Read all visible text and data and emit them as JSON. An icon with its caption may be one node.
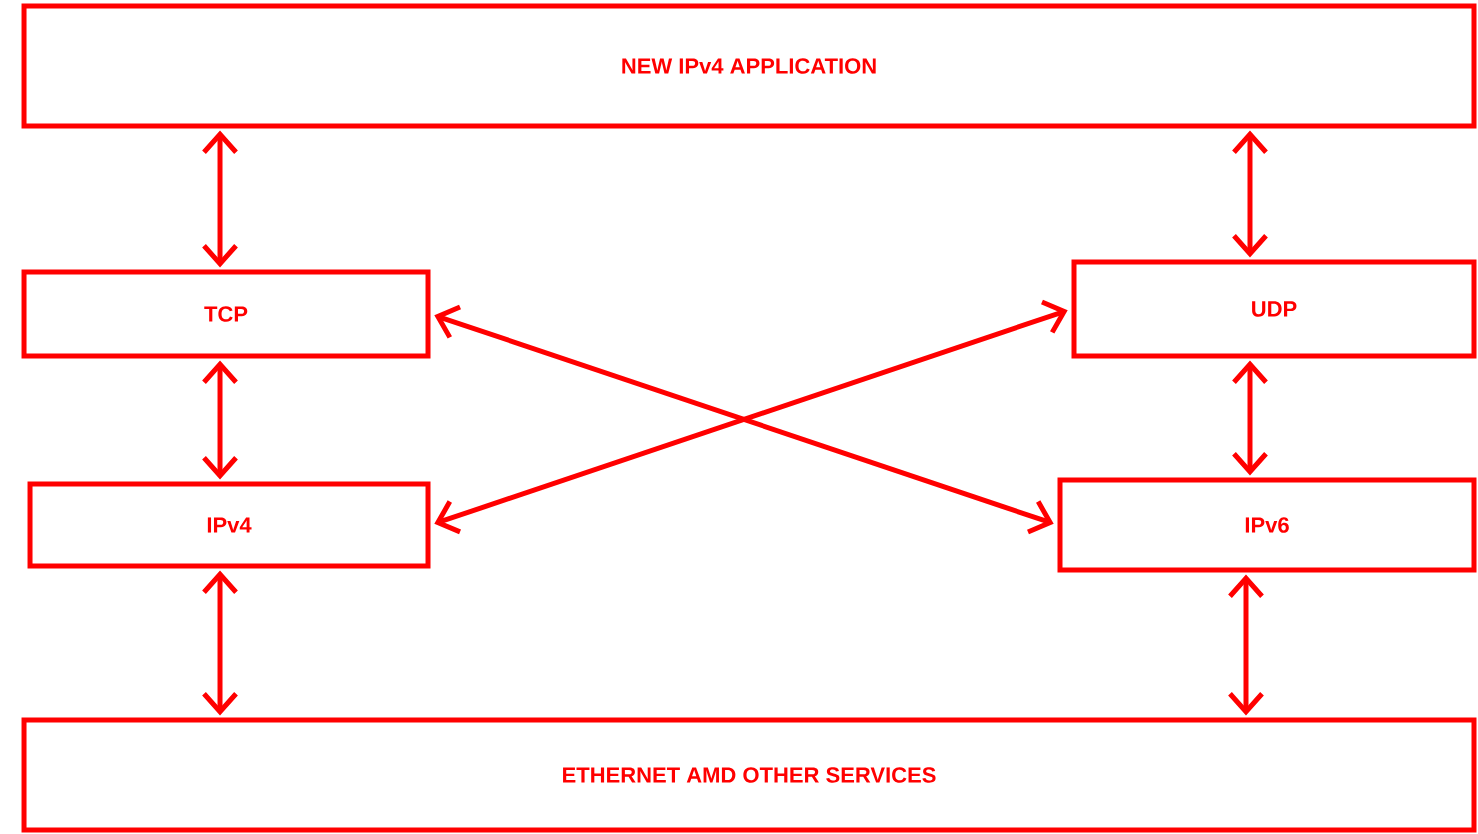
{
  "diagram": {
    "nodes": [
      {
        "text": [
          "NEW IPv4 APPLICATION"
        ]
      },
      {
        "text": [
          "TCP"
        ]
      },
      {
        "text": [
          "UDP"
        ]
      },
      {
        "text": [
          "IPv4"
        ]
      },
      {
        "text": [
          "IPv6"
        ]
      },
      {
        "text": [
          "ETHERNET AMD OTHER SERVICES"
        ]
      }
    ],
    "edges": [
      {
        "from": 0,
        "to": 1,
        "arrow": "both"
      },
      {
        "from": 0,
        "to": 2,
        "arrow": "both"
      },
      {
        "from": 1,
        "to": 3,
        "arrow": "both"
      },
      {
        "from": 2,
        "to": 4,
        "arrow": "both"
      },
      {
        "from": 3,
        "to": 5,
        "arrow": "both"
      },
      {
        "from": 4,
        "to": 5,
        "arrow": "both"
      },
      {
        "from": 1,
        "to": 4,
        "arrow": "both"
      },
      {
        "from": 3,
        "to": 2,
        "arrow": "both"
      }
    ]
  }
}
